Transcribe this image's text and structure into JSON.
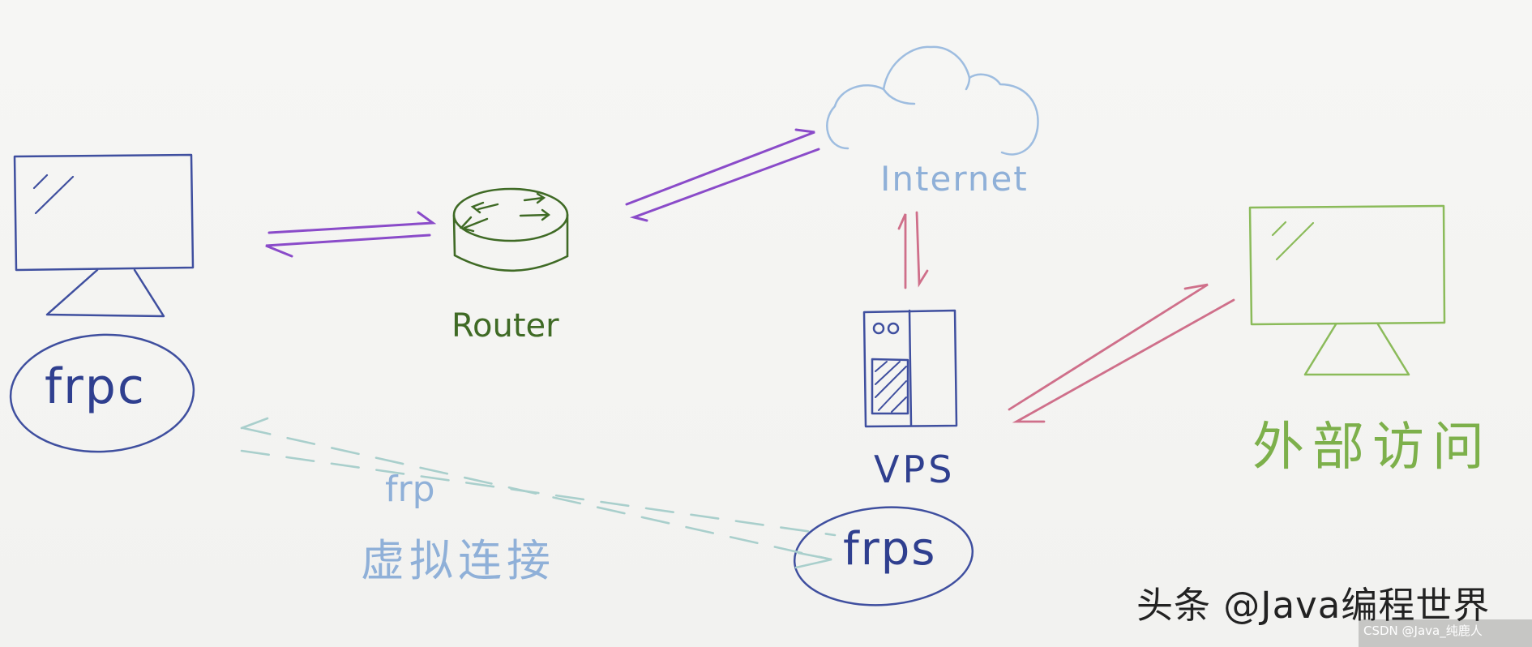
{
  "labels": {
    "frpc": "frpc",
    "router": "Router",
    "internet": "Internet",
    "vps": "VPS",
    "frps": "frps",
    "frp": "frp",
    "virtual_connection": "虚拟连接",
    "external_access": "外部访问",
    "watermark": "头条 @Java编程世界",
    "csdn_watermark": "CSDN @Java_纯鹿人"
  },
  "colors": {
    "client_blue": "#3f4f9f",
    "router_green": "#3f6a25",
    "internet_light_blue": "#9ebde0",
    "purple_link": "#8a4bc9",
    "red_link": "#cf6f8a",
    "external_green": "#8bbb5a",
    "tunnel_teal": "#a9cfcc"
  },
  "icons": {
    "client": "monitor-icon",
    "router": "router-icon",
    "internet": "cloud-icon",
    "vps": "server-icon",
    "external": "monitor-icon"
  }
}
